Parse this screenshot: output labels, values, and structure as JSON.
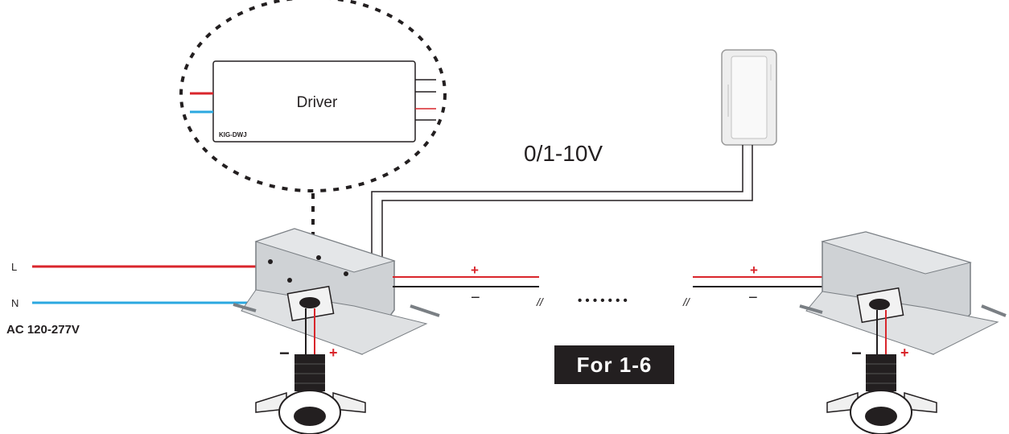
{
  "driver": {
    "label": "Driver",
    "model": "KIG-DWJ"
  },
  "signal": {
    "label": "0/1-10V"
  },
  "mains": {
    "line_label": "L",
    "neutral_label": "N",
    "voltage_label": "AC 120-277V"
  },
  "dc_output": {
    "positive": "+",
    "negative": "−",
    "break_mark": "//"
  },
  "chain": {
    "ellipsis": "• • • • • • •"
  },
  "quantity_badge": {
    "label": "For 1-6"
  },
  "colors": {
    "line_wire": "#d9262c",
    "neutral_wire": "#2ba8e0",
    "black_wire": "#231f20",
    "housing": "#cfd2d5"
  }
}
